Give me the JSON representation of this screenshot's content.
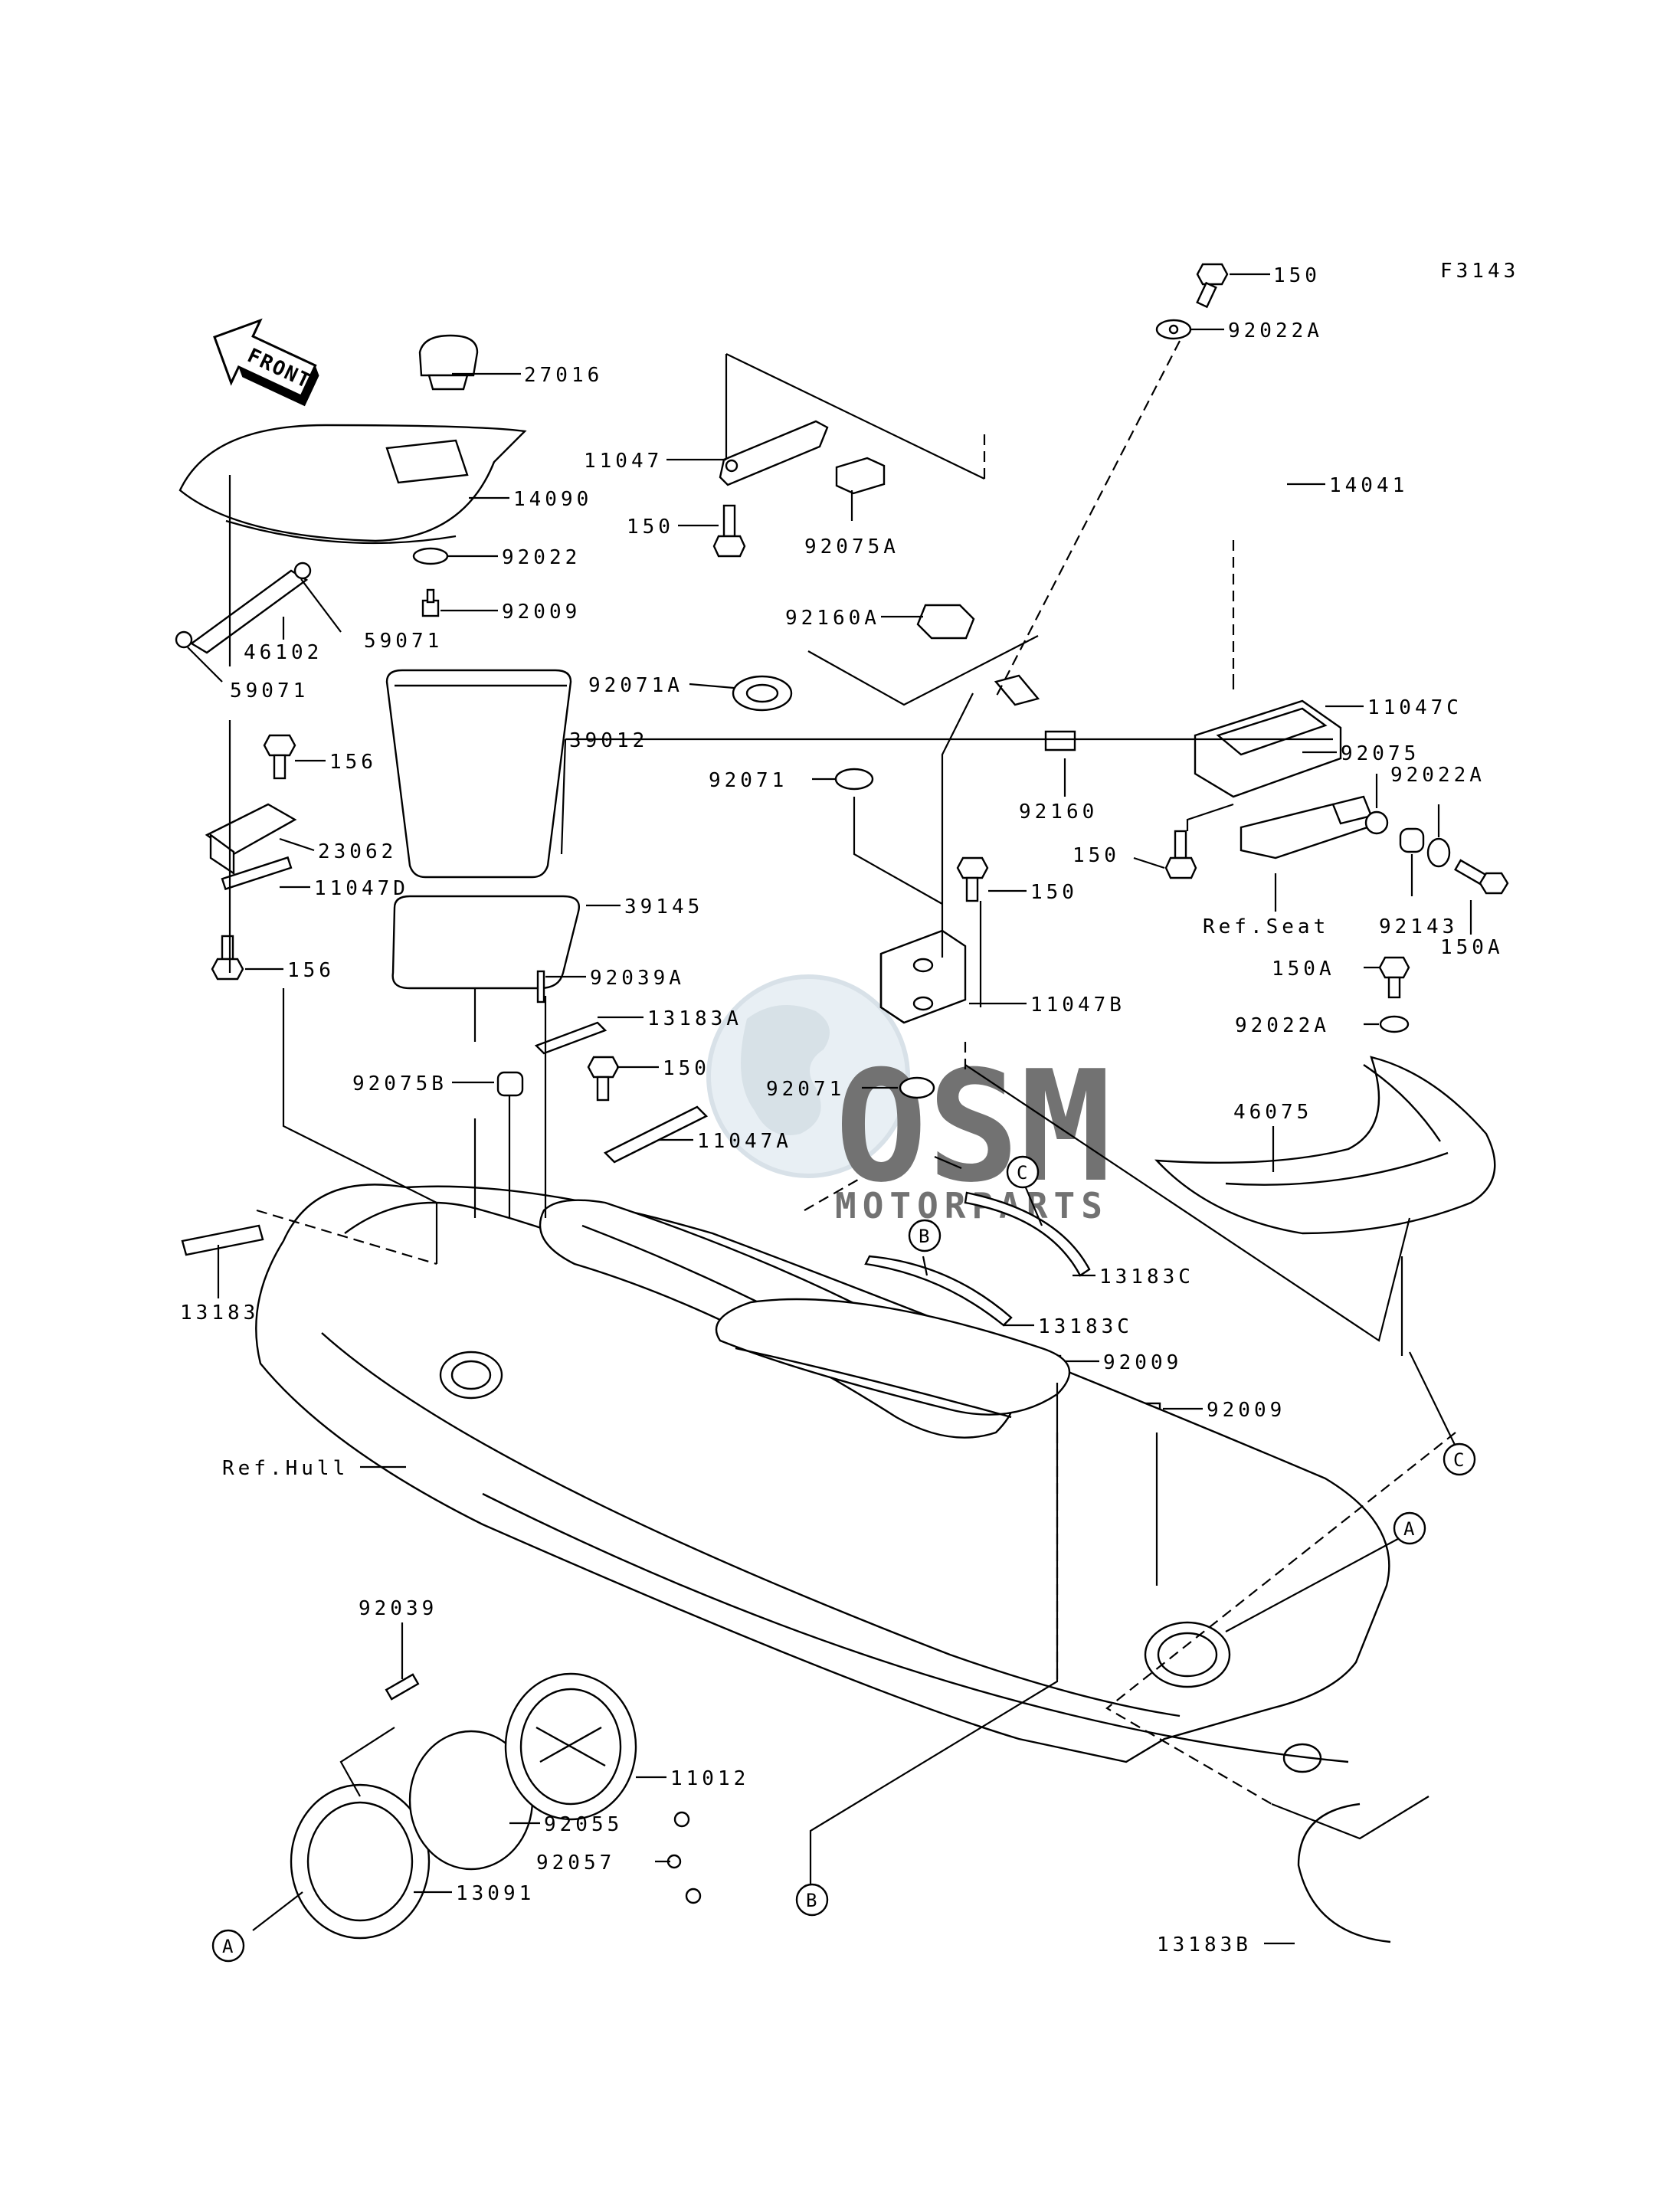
{
  "figure_code": "F3143",
  "front_arrow_label": "FRONT",
  "watermark": {
    "main": "OSM",
    "sub": "MOTORPARTS"
  },
  "callout_letters": {
    "a": "A",
    "b": "B",
    "c": "C"
  },
  "labels": {
    "p150_top": "150",
    "p92022A_top": "92022A",
    "p27016": "27016",
    "p11047": "11047",
    "p14090": "14090",
    "p150_b": "150",
    "p92075A": "92075A",
    "p14041": "14041",
    "p92022": "92022",
    "p92009_a": "92009",
    "p46102": "46102",
    "p59071_a": "59071",
    "p92160A": "92160A",
    "p59071_b": "59071",
    "p92071A": "92071A",
    "p11047C": "11047C",
    "p39012": "39012",
    "p156_a": "156",
    "p92075": "92075",
    "p92022A_r": "92022A",
    "p92071_a": "92071",
    "p92160": "92160",
    "p23062": "23062",
    "p150_c": "150",
    "p150_d": "150",
    "p11047D": "11047D",
    "p39145": "39145",
    "p92143": "92143",
    "p150A_r": "150A",
    "ref_seat": "Ref.Seat",
    "p156_b": "156",
    "p92039A": "92039A",
    "p150A_m": "150A",
    "p11047B": "11047B",
    "p13183A": "13183A",
    "p92022A_m": "92022A",
    "p92075B": "92075B",
    "p150_e": "150",
    "p92071_b": "92071",
    "p46075": "46075",
    "p11047A": "11047A",
    "p13183C_a": "13183C",
    "p13183": "13183",
    "p13183C_b": "13183C",
    "p92009_b": "92009",
    "p92009_c": "92009",
    "ref_hull": "Ref.Hull",
    "p92039": "92039",
    "p11012": "11012",
    "p92055": "92055",
    "p92057": "92057",
    "p13091": "13091",
    "p13183B": "13183B"
  }
}
